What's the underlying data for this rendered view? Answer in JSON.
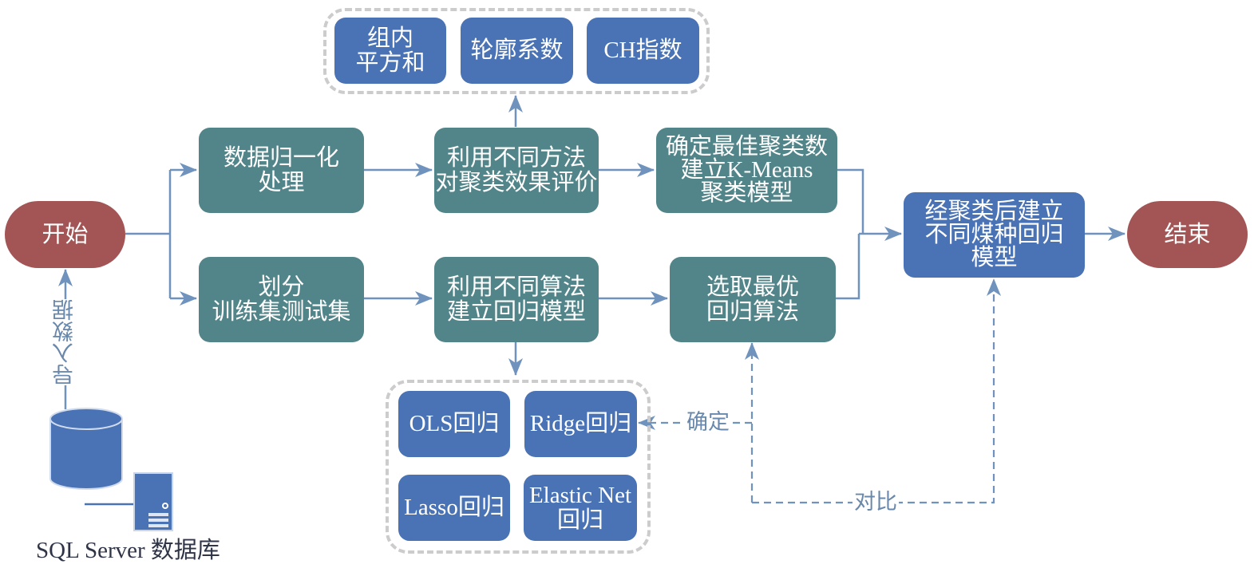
{
  "colors": {
    "process_teal": "#528589",
    "method_blue": "#4a73b5",
    "terminal_red": "#a35454",
    "connector": "#6f93bd",
    "group_border": "#cccccc",
    "annotation_text": "#6a88ab"
  },
  "terminals": {
    "start": "开始",
    "end": "结束"
  },
  "process": {
    "normalize": "数据归一化\n处理",
    "evaluate_clusters": "利用不同方法\n对聚类效果评价",
    "build_kmeans": "确定最佳聚类数\n建立K-Means\n聚类模型",
    "split": "划分\n训练集测试集",
    "build_regression": "利用不同算法\n建立回归模型",
    "select_best": "选取最优\n回归算法",
    "final_model": "经聚类后建立\n不同煤种回归\n模型"
  },
  "cluster_metrics": [
    "组内\n平方和",
    "轮廓系数",
    "CH指数"
  ],
  "regression_methods": [
    "OLS回归",
    "Ridge回归",
    "Lasso回归",
    "Elastic Net\n回归"
  ],
  "annotations": {
    "import_data": "导入数据",
    "determine": "确定",
    "compare": "对比"
  },
  "database": {
    "caption": "SQL Server 数据库",
    "icon": "database-cylinder-icon",
    "server_icon": "server-tower-icon"
  }
}
